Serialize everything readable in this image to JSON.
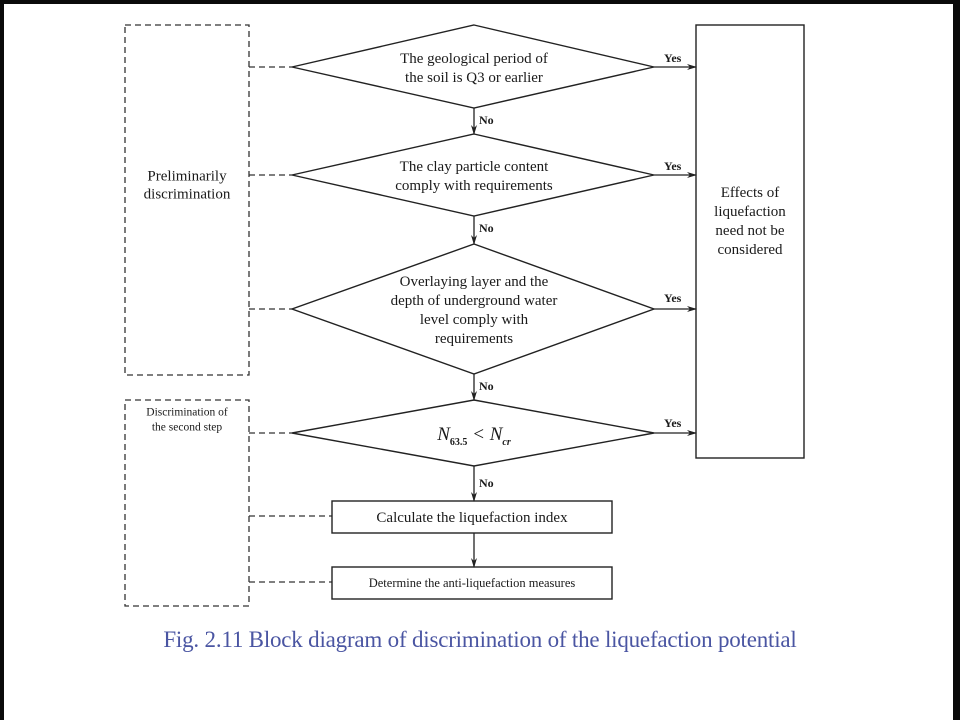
{
  "diagram": {
    "groups": {
      "preliminary": "Preliminarily\ndiscrimination",
      "second_step": "Discrimination of\nthe second step"
    },
    "decisions": [
      {
        "id": "geological-period",
        "text": "The geological period of\nthe soil is Q3 or earlier",
        "yes": "Yes",
        "no": "No"
      },
      {
        "id": "clay-content",
        "text": "The clay particle content\ncomply with requirements",
        "yes": "Yes",
        "no": "No"
      },
      {
        "id": "overlaying-layer",
        "text": "Overlaying layer and the\ndepth of underground water\nlevel comply with\nrequirements",
        "yes": "Yes",
        "no": "No"
      },
      {
        "id": "n-comparison",
        "text_main": "N",
        "sub1": "63.5",
        "op": " < N",
        "sub2": "cr",
        "yes": "Yes",
        "no": "No"
      }
    ],
    "processes": [
      {
        "id": "calc-index",
        "text": "Calculate the liquefaction index"
      },
      {
        "id": "anti-measures",
        "text": "Determine the anti-liquefaction measures"
      }
    ],
    "terminal": {
      "text": "Effects of\nliquefaction\nneed not be\nconsidered"
    }
  },
  "caption": "Fig. 2.11 Block diagram of discrimination of the liquefaction potential"
}
